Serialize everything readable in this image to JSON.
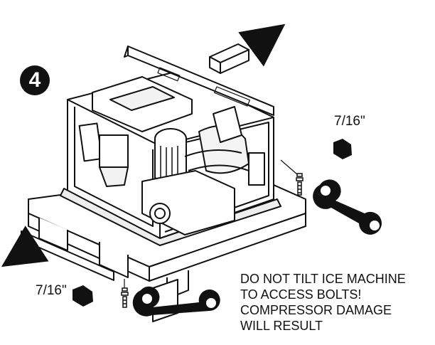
{
  "step": {
    "number": "4"
  },
  "bolt_size_labels": {
    "top": "7/16\"",
    "bottom": "7/16\""
  },
  "warning": {
    "lines": [
      "DO NOT TILT ICE MACHINE",
      "TO ACCESS BOLTS!",
      "COMPRESSOR DAMAGE",
      "WILL RESULT"
    ]
  },
  "colors": {
    "ink": "#111111",
    "background": "#ffffff",
    "badge": "#111111"
  },
  "icons": [
    "arrow-icon",
    "hex-nut-icon",
    "wrench-icon",
    "bolt-icon"
  ]
}
